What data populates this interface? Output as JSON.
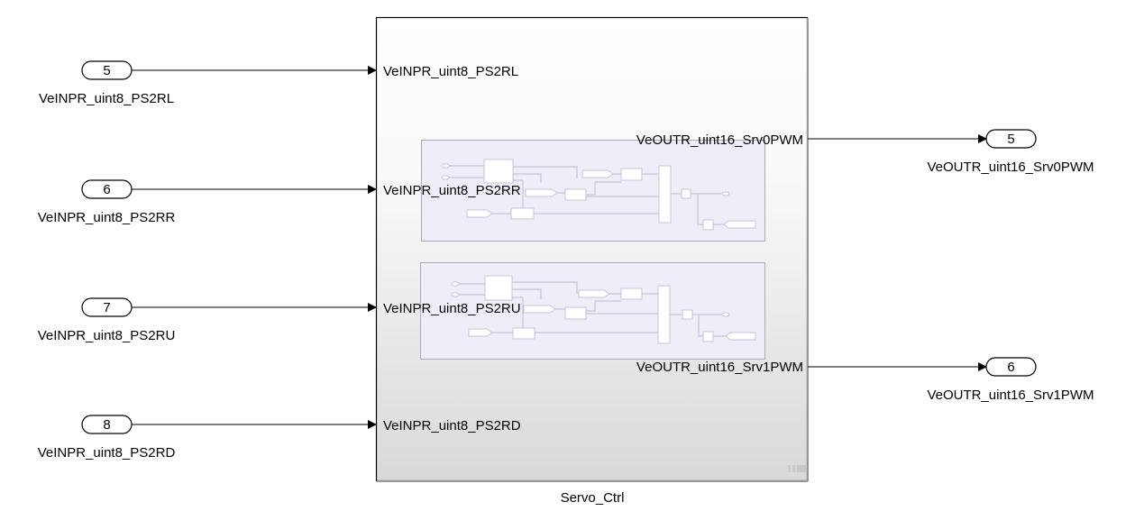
{
  "subsystem": {
    "name": "Servo_Ctrl"
  },
  "inports": [
    {
      "number": "5",
      "signal": "VeINPR_uint8_PS2RL",
      "port_label": "VeINPR_uint8_PS2RL"
    },
    {
      "number": "6",
      "signal": "VeINPR_uint8_PS2RR",
      "port_label": "VeINPR_uint8_PS2RR"
    },
    {
      "number": "7",
      "signal": "VeINPR_uint8_PS2RU",
      "port_label": "VeINPR_uint8_PS2RU"
    },
    {
      "number": "8",
      "signal": "VeINPR_uint8_PS2RD",
      "port_label": "VeINPR_uint8_PS2RD"
    }
  ],
  "outports": [
    {
      "number": "5",
      "signal": "VeOUTR_uint16_Srv0PWM",
      "port_label": "VeOUTR_uint16_Srv0PWM"
    },
    {
      "number": "6",
      "signal": "VeOUTR_uint16_Srv1PWM",
      "port_label": "VeOUTR_uint16_Srv1PWM"
    }
  ],
  "colors": {
    "line": "#000000",
    "subsystem_fill_top": "#ffffff",
    "subsystem_fill_bottom": "#dcdcdc",
    "thumbnail_fill": "#eeeef8",
    "thumbnail_border": "#a8a8b8"
  }
}
